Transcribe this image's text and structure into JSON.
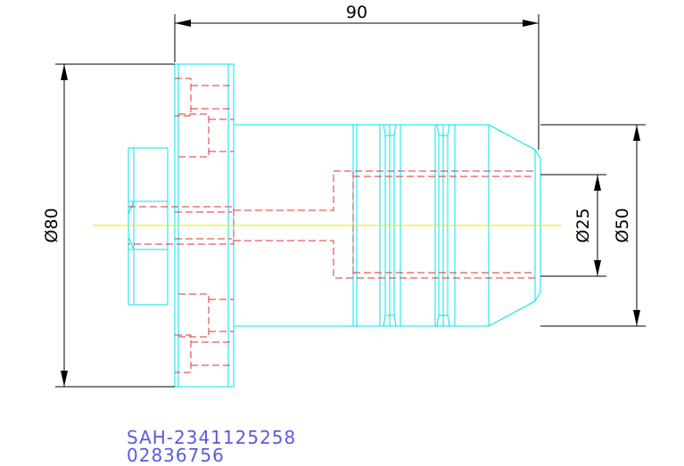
{
  "dimensions": {
    "length": "90",
    "flange_diameter": "Ø80",
    "bore_diameter": "Ø25",
    "body_diameter": "Ø50"
  },
  "title_block": {
    "part_number": "SAH-2341125258",
    "code": "02836756"
  },
  "colors": {
    "outline": "#00e5ee",
    "hidden": "#e03030",
    "centerline": "#e8e800",
    "dimension": "#000000",
    "title": "#5a5ae0"
  }
}
